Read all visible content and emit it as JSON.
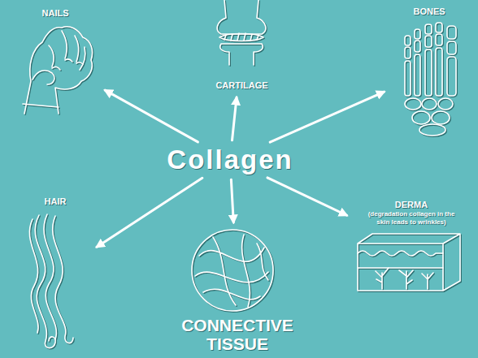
{
  "diagram": {
    "nodes": [
      {
        "text": [
          "Collagen"
        ]
      },
      {
        "text": [
          "NAILS"
        ]
      },
      {
        "text": [
          "CARTILAGE"
        ]
      },
      {
        "text": [
          "BONES"
        ]
      },
      {
        "text": [
          "HAIR"
        ]
      },
      {
        "text": [
          "CONNECTIVE TISSUE"
        ]
      },
      {
        "text": [
          "DERMA",
          "(degradation collagen in the skin leads to wrinkles)"
        ]
      }
    ],
    "edges": [
      {
        "from": 0,
        "to": 1,
        "arrow": "to"
      },
      {
        "from": 0,
        "to": 2,
        "arrow": "to"
      },
      {
        "from": 0,
        "to": 3,
        "arrow": "to"
      },
      {
        "from": 0,
        "to": 4,
        "arrow": "to"
      },
      {
        "from": 0,
        "to": 5,
        "arrow": "to"
      },
      {
        "from": 0,
        "to": 6,
        "arrow": "to"
      }
    ]
  }
}
